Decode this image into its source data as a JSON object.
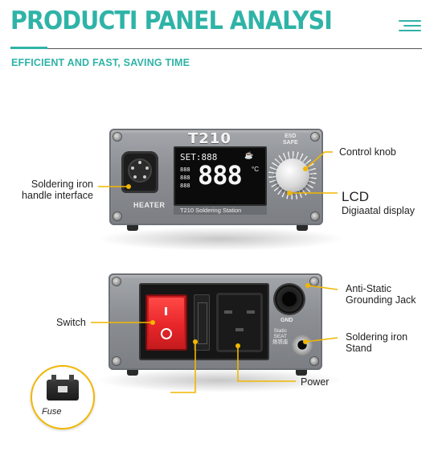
{
  "header": {
    "title": "PRODUCTI PANEL ANALYSI",
    "subtitle": "EFFICIENT AND FAST, SAVING TIME",
    "menu_icon": "hamburger-menu-icon"
  },
  "front_device": {
    "brand": "T210",
    "esd_top": "ESD",
    "esd_bottom": "SAFE",
    "heater_label": "HEATER",
    "station_label": "T210 Soldering  Station",
    "display": {
      "set_label": "SET:888",
      "main_value": "888",
      "unit": "°C",
      "presets": [
        "888",
        "888",
        "888"
      ]
    }
  },
  "rear_device": {
    "gnd_label": "GND",
    "static_label": "Static",
    "seat_label": "SEAT",
    "cn_label": "烙铁座"
  },
  "callouts": {
    "control_knob": "Control knob",
    "lcd_title": "LCD",
    "lcd_sub": "Digiaatal display",
    "handle_line1": "Soldering iron",
    "handle_line2": "handle interface",
    "switch": "Switch",
    "antistatic_line1": "Anti-Static",
    "antistatic_line2": "Grounding Jack",
    "stand_line1": "Soldering iron",
    "stand_line2": "Stand",
    "power": "Power",
    "fuse": "Fuse"
  },
  "colors": {
    "accent": "#2fb3a7",
    "callout": "#f2b700",
    "switch_red": "#e8262a"
  }
}
